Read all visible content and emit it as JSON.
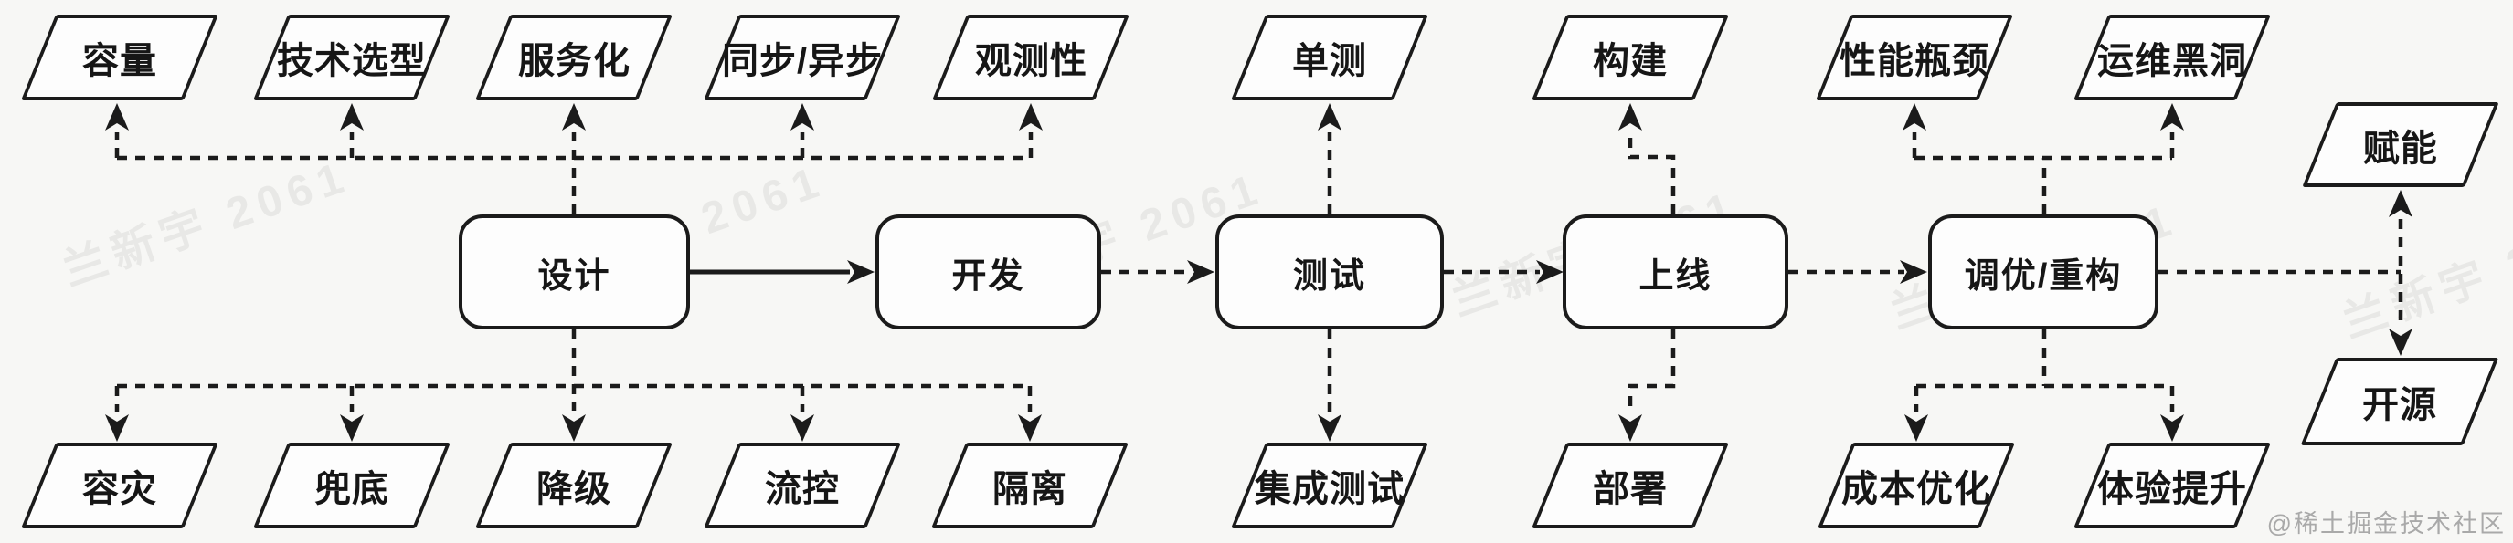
{
  "diagram": {
    "type": "software-lifecycle-flowchart",
    "flow_direction": "left-to-right"
  },
  "stages": [
    {
      "id": "design",
      "label": "设计"
    },
    {
      "id": "develop",
      "label": "开发"
    },
    {
      "id": "test",
      "label": "测试"
    },
    {
      "id": "launch",
      "label": "上线"
    },
    {
      "id": "tune-refactor",
      "label": "调优/重构"
    }
  ],
  "top_nodes": [
    {
      "id": "capacity",
      "label": "容量",
      "linked_stage": "design"
    },
    {
      "id": "tech-selection",
      "label": "技术选型",
      "linked_stage": "design"
    },
    {
      "id": "servicization",
      "label": "服务化",
      "linked_stage": "design"
    },
    {
      "id": "sync-async",
      "label": "同步/异步",
      "linked_stage": "design"
    },
    {
      "id": "observability",
      "label": "观测性",
      "linked_stage": "design"
    },
    {
      "id": "unit-test",
      "label": "单测",
      "linked_stage": "test"
    },
    {
      "id": "build",
      "label": "构建",
      "linked_stage": "launch"
    },
    {
      "id": "performance-bottleneck",
      "label": "性能瓶颈",
      "linked_stage": "tune-refactor"
    },
    {
      "id": "ops-black-hole",
      "label": "运维黑洞",
      "linked_stage": "tune-refactor"
    },
    {
      "id": "empowerment",
      "label": "赋能",
      "linked_stage": "tune-refactor"
    }
  ],
  "bottom_nodes": [
    {
      "id": "disaster-recovery",
      "label": "容灾",
      "linked_stage": "design"
    },
    {
      "id": "fallback",
      "label": "兜底",
      "linked_stage": "design"
    },
    {
      "id": "degradation",
      "label": "降级",
      "linked_stage": "design"
    },
    {
      "id": "flow-control",
      "label": "流控",
      "linked_stage": "design"
    },
    {
      "id": "isolation",
      "label": "隔离",
      "linked_stage": "design"
    },
    {
      "id": "integration-test",
      "label": "集成测试",
      "linked_stage": "test"
    },
    {
      "id": "deployment",
      "label": "部署",
      "linked_stage": "launch"
    },
    {
      "id": "cost-optimization",
      "label": "成本优化",
      "linked_stage": "tune-refactor"
    },
    {
      "id": "experience-improvement",
      "label": "体验提升",
      "linked_stage": "tune-refactor"
    },
    {
      "id": "open-source",
      "label": "开源",
      "linked_stage": "tune-refactor"
    }
  ],
  "watermark": {
    "text": "兰新宇 2061"
  },
  "credit": {
    "text": "@稀土掘金技术社区"
  },
  "colors": {
    "background": "#f7f7f5",
    "stroke": "#1b1b1b",
    "node_fill": "#fdfdfd",
    "watermark": "rgba(70,70,70,0.08)",
    "credit": "#a9a9a9"
  }
}
